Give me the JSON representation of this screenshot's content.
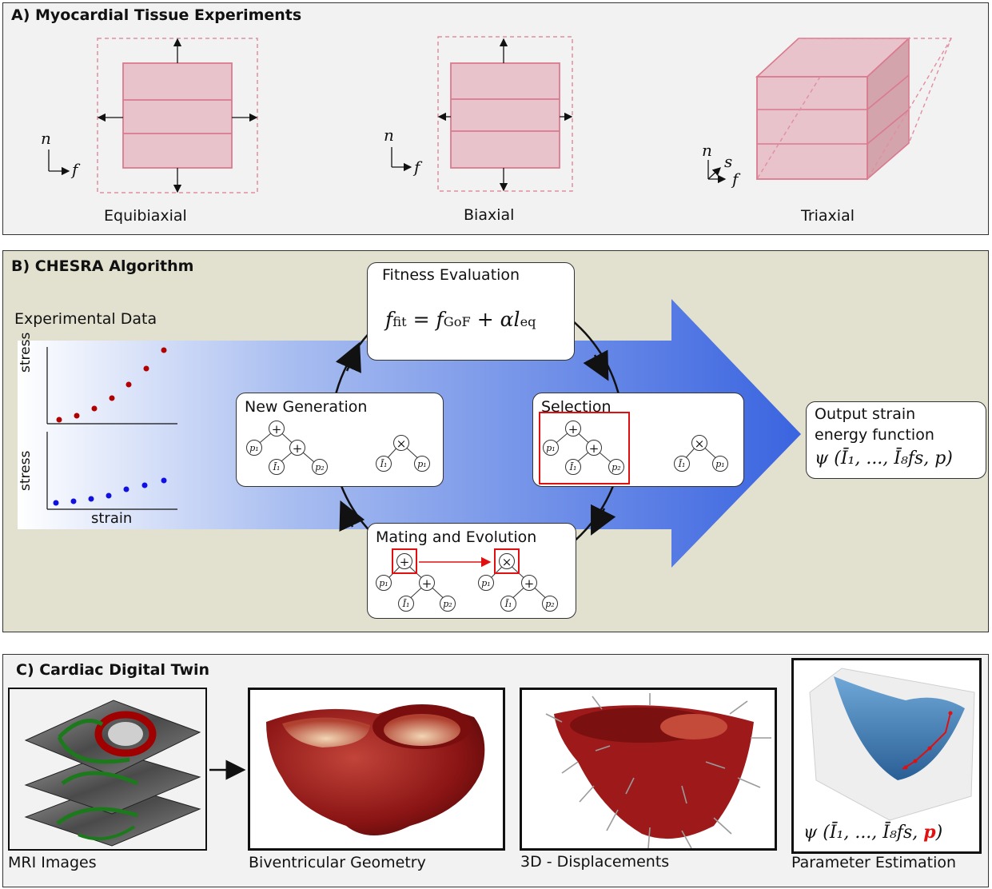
{
  "panel_a": {
    "title": "A) Myocardial Tissue Experiments",
    "experiments": [
      {
        "label": "Equibiaxial"
      },
      {
        "label": "Biaxial"
      },
      {
        "label": "Triaxial"
      }
    ],
    "axes": {
      "n": "n",
      "f": "f",
      "s": "s"
    }
  },
  "panel_b": {
    "title": "B) CHESRA Algorithm",
    "experimental_data": "Experimental Data",
    "plot_stress_1": "stress",
    "plot_stress_2": "stress",
    "plot_strain": "strain",
    "fitness_title": "Fitness Evaluation",
    "fitness_formula": {
      "f": "f",
      "fit": "fit",
      "eq": "=",
      "fgof": "f",
      "gof": "GoF",
      "plus": "+",
      "alpha": "αl",
      "leq": "eq"
    },
    "new_generation": "New Generation",
    "selection": "Selection",
    "mating": "Mating and Evolution",
    "output_line1": "Output strain",
    "output_line2": "energy function",
    "output_formula": "ψ (Ī₁, ..., Ī₈fs, p)",
    "tree_plus": "+",
    "tree_times": "×",
    "p1": "p₁",
    "p2": "p₂",
    "i1": "Ī₁"
  },
  "panel_c": {
    "title": "C) Cardiac Digital Twin",
    "images": [
      {
        "label": "MRI Images"
      },
      {
        "label": "Biventricular Geometry"
      },
      {
        "label": "3D - Displacements"
      },
      {
        "label": "Parameter Estimation"
      }
    ],
    "param_formula_psi": "ψ (Ī₁, ..., Ī₈fs, ",
    "param_formula_p": "p",
    "param_formula_end": ")"
  },
  "colors": {
    "pink": "#e8c3cb",
    "pink_stroke": "#d97a8e",
    "red": "#e01010",
    "blue_arrow": "#3a64e0",
    "red_dot": "#b00000",
    "blue_dot": "#1010e0"
  }
}
